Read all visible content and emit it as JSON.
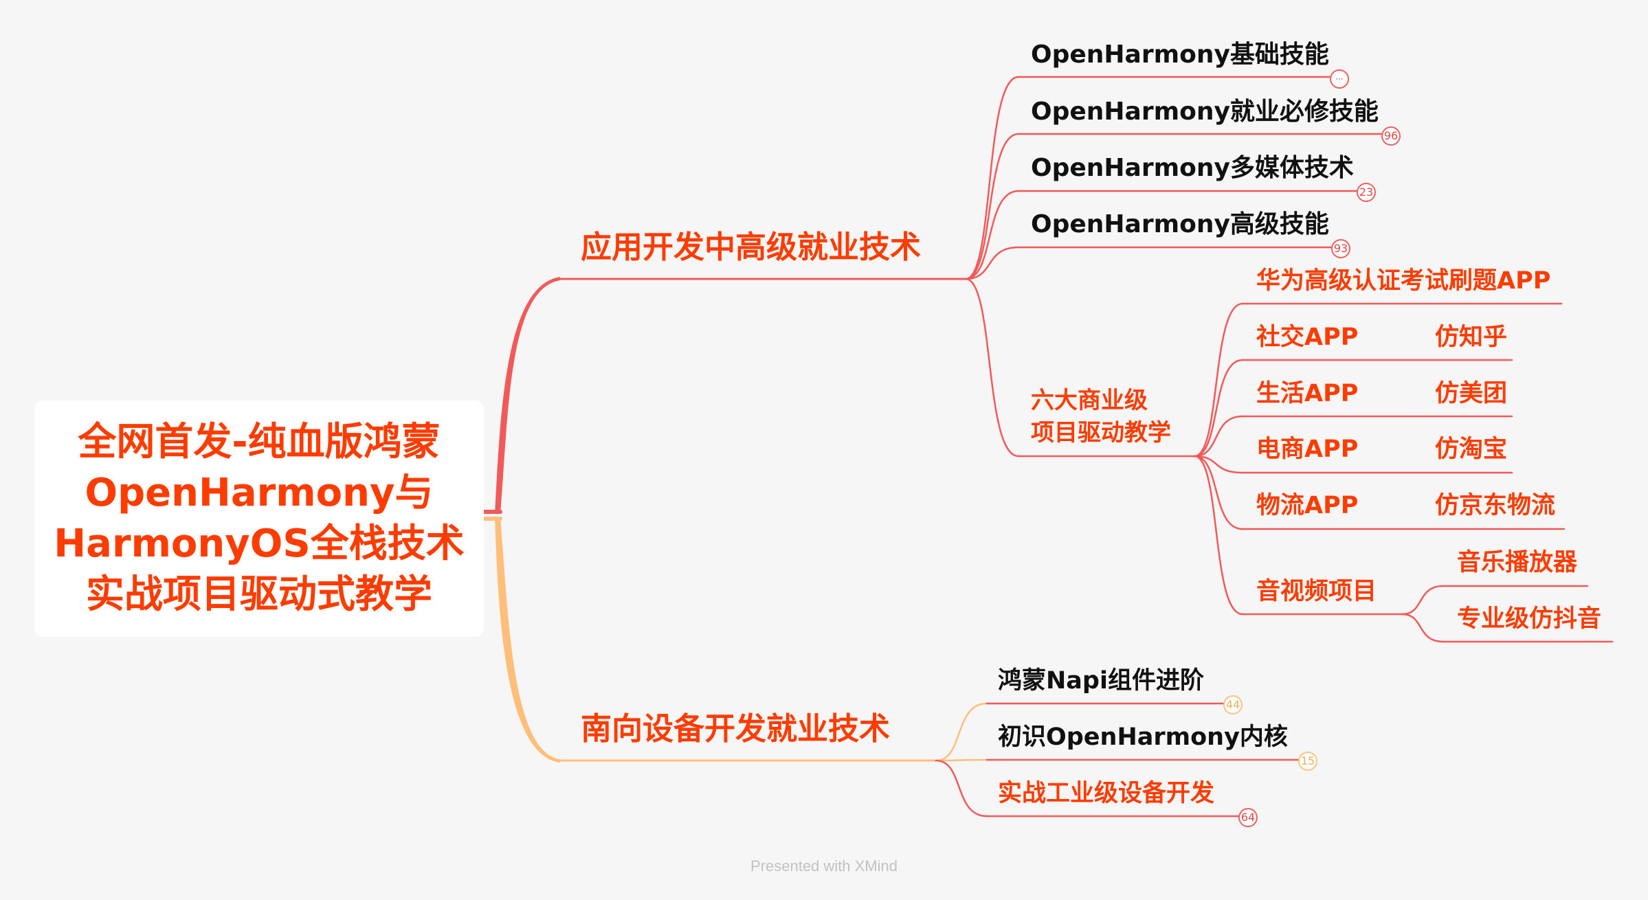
{
  "root": {
    "lines": [
      "全网首发-纯血版鸿蒙",
      "OpenHarmony与",
      "HarmonyOS全栈技术",
      "实战项目驱动式教学"
    ]
  },
  "branch1": {
    "title": "应用开发中高级就业技术",
    "topics": [
      {
        "label": "OpenHarmony基础技能",
        "badge": "···"
      },
      {
        "label": "OpenHarmony就业必修技能",
        "badge": "96"
      },
      {
        "label": "OpenHarmony多媒体技术",
        "badge": "23"
      },
      {
        "label": "OpenHarmony高级技能",
        "badge": "93"
      }
    ],
    "project": {
      "title_line1": "六大商业级",
      "title_line2": "项目驱动教学",
      "items": [
        {
          "label": "华为高级认证考试刷题APP",
          "sub": ""
        },
        {
          "label": "社交APP",
          "sub": "仿知乎"
        },
        {
          "label": "生活APP",
          "sub": "仿美团"
        },
        {
          "label": "电商APP",
          "sub": "仿淘宝"
        },
        {
          "label": "物流APP",
          "sub": "仿京东物流"
        }
      ],
      "av": {
        "label": "音视频项目",
        "children": [
          "音乐播放器",
          "专业级仿抖音"
        ]
      }
    }
  },
  "branch2": {
    "title": "南向设备开发就业技术",
    "topics": [
      {
        "label": "鸿蒙Napi组件进阶",
        "badge": "44"
      },
      {
        "label": "初识OpenHarmony内核",
        "badge": "15"
      },
      {
        "label": "实战工业级设备开发",
        "badge": "64"
      }
    ]
  },
  "colors": {
    "background": "#f6f6f7",
    "accent": "#ff3c00",
    "red_branch": "#f25a5a",
    "yellow_branch": "#ffbf7a",
    "topic_text": "#111111"
  },
  "footer": "Presented with XMind"
}
